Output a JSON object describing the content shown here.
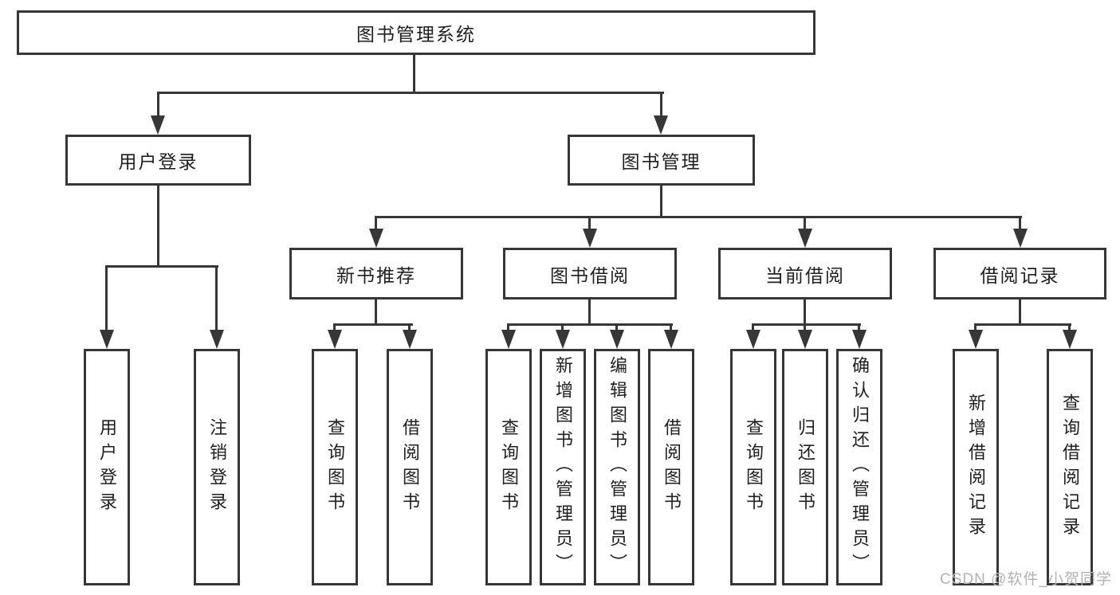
{
  "diagram": {
    "root": "图书管理系统",
    "level2": [
      "用户登录",
      "图书管理"
    ],
    "level3": [
      "新书推荐",
      "图书借阅",
      "当前借阅",
      "借阅记录"
    ],
    "leaves": [
      "用户登录",
      "注销登录",
      "查询图书",
      "借阅图书",
      "查询图书",
      "新增图书（管理员）",
      "编辑图书（管理员）",
      "借阅图书",
      "查询图书",
      "归还图书",
      "确认归还（管理员）",
      "新增借阅记录",
      "查询借阅记录"
    ],
    "tree": {
      "图书管理系统": [
        "用户登录",
        "图书管理"
      ],
      "用户登录": [
        "用户登录",
        "注销登录"
      ],
      "图书管理": [
        "新书推荐",
        "图书借阅",
        "当前借阅",
        "借阅记录"
      ],
      "新书推荐": [
        "查询图书",
        "借阅图书"
      ],
      "图书借阅": [
        "查询图书",
        "新增图书（管理员）",
        "编辑图书（管理员）",
        "借阅图书"
      ],
      "当前借阅": [
        "查询图书",
        "归还图书",
        "确认归还（管理员）"
      ],
      "借阅记录": [
        "新增借阅记录",
        "查询借阅记录"
      ]
    }
  },
  "watermark": {
    "text": "CSDN @软件_小贺同学"
  },
  "colors": {
    "line": "#373737",
    "text": "#1f1f1f",
    "background": "#ffffff",
    "watermark": "#b3b3b3"
  }
}
